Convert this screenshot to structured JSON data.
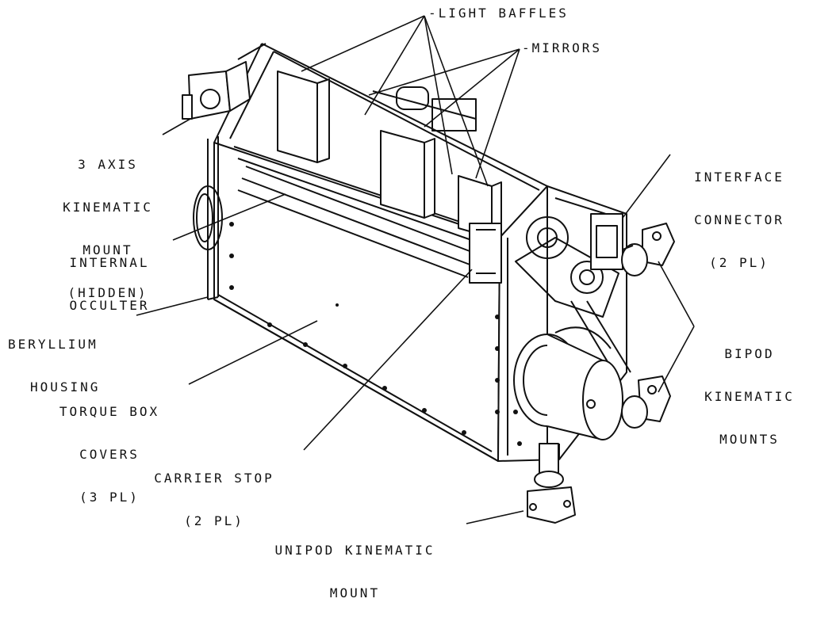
{
  "diagram": {
    "labels": {
      "light_baffles": "-LIGHT BAFFLES",
      "mirrors": "-MIRRORS",
      "three_axis": [
        "3 AXIS",
        "KINEMATIC",
        "MOUNT",
        "(HIDDEN)"
      ],
      "interface_connector": [
        "INTERFACE",
        "CONNECTOR",
        "(2 PL)"
      ],
      "internal_occulter": [
        "INTERNAL",
        "OCCULTER"
      ],
      "beryllium_housing": [
        "BERYLLIUM",
        "HOUSING"
      ],
      "bipod": [
        "BIPOD",
        "KINEMATIC",
        "MOUNTS"
      ],
      "torque_box": [
        "TORQUE BOX",
        "COVERS",
        "(3 PL)"
      ],
      "carrier_stop": [
        "CARRIER STOP",
        "(2 PL)"
      ],
      "unipod": [
        "UNIPOD KINEMATIC",
        "MOUNT"
      ]
    },
    "colors": {
      "ink": "#111111",
      "paper": "#ffffff",
      "shade": "#e8e8e8"
    }
  }
}
